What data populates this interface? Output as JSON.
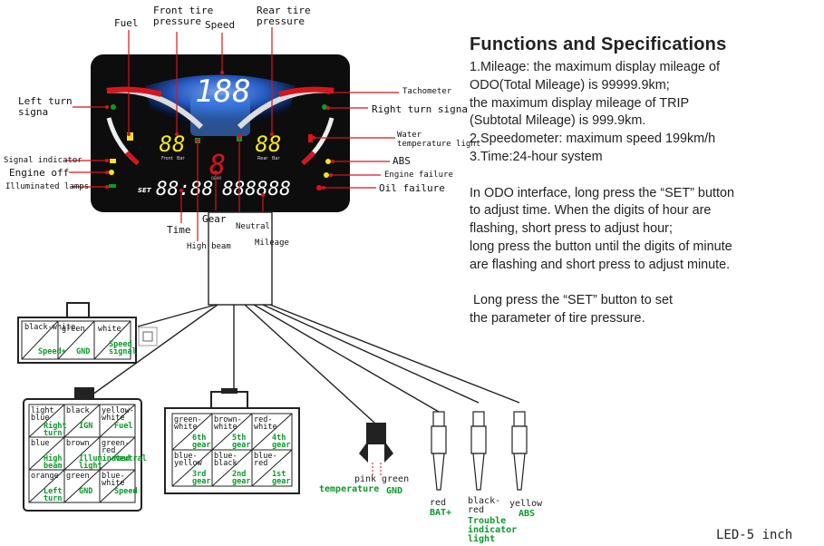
{
  "specs": {
    "title": "Functions and Specifications",
    "lines": [
      "1.Mileage: the maximum display mileage of",
      "ODO(Total Mileage) is 99999.9km;",
      "the maximum display mileage of TRIP",
      "(Subtotal Mileage) is 999.9km.",
      "2.Speedometer: maximum speed 199km/h",
      "3.Time:24-hour system"
    ],
    "set_lines": [
      "In ODO interface, long press the “SET” button",
      "to adjust time. When the digits of hour are",
      "flashing, short press to adjust hour;",
      "long press the button until the digits of minute",
      "are flashing and short press to adjust minute."
    ],
    "tire_lines": [
      " Long press the “SET” button to set",
      "the parameter of tire pressure."
    ]
  },
  "model": "LED-5 inch",
  "callouts": {
    "fuel": "Fuel",
    "front_tire": [
      "Front tire",
      "pressure"
    ],
    "speed": "Speed",
    "rear_tire": [
      "Rear tire",
      "pressure"
    ],
    "left_turn": [
      "Left turn",
      "signa"
    ],
    "tachometer": "Tachometer",
    "right_turn": "Right turn signa",
    "water_temp": [
      "Water",
      "temperature light"
    ],
    "signal_indicator": "Signal indicator",
    "abs": "ABS",
    "engine_off": "Engine off",
    "engine_failure": "Engine failure",
    "illuminated": "Illuminated lamps",
    "oil_failure": "Oil failure",
    "time": "Time",
    "gear": "Gear",
    "high_beam": "High beam",
    "neutral": "Neutral",
    "mileage": "Mileage"
  },
  "display": {
    "speed_digits": "188",
    "front_value": "88",
    "rear_value": "88",
    "gear_digit": "8",
    "time_digits": "88:88",
    "odo_digits": "888888",
    "set": "SET",
    "front_lbl": "Front",
    "bar_lbl": "Bar",
    "rear_lbl": "Rear",
    "gear_lbl": "GEAR"
  },
  "connector_a": [
    {
      "wire": "black-white",
      "func": "Speed+"
    },
    {
      "wire": "green",
      "func": "GND"
    },
    {
      "wire": "white",
      "func": "Speed signal"
    }
  ],
  "connector_b": [
    {
      "wire": "light blue",
      "func": "Right turn"
    },
    {
      "wire": "black",
      "func": "IGN"
    },
    {
      "wire": "yellow-white",
      "func": "Fuel"
    },
    {
      "wire": "blue",
      "func": "High beam"
    },
    {
      "wire": "brown",
      "func": "Illuminated light"
    },
    {
      "wire": "green-red",
      "func": "Neutral"
    },
    {
      "wire": "orange",
      "func": "Left turn"
    },
    {
      "wire": "green",
      "func": "GND"
    },
    {
      "wire": "blue-white",
      "func": "Speed"
    }
  ],
  "connector_c": [
    {
      "wire": "green-white",
      "func": "6th gear"
    },
    {
      "wire": "brown-white",
      "func": "5th gear"
    },
    {
      "wire": "red-white",
      "func": "4th gear"
    },
    {
      "wire": "blue-yellow",
      "func": "3rd gear"
    },
    {
      "wire": "blue-black",
      "func": "2nd gear"
    },
    {
      "wire": "blue-red",
      "func": "1st gear"
    }
  ],
  "connector_d": {
    "w1": "pink",
    "f1": "temperature",
    "w2": "green",
    "f2": "GND"
  },
  "terminals": [
    {
      "wire": "red",
      "func": "BAT+"
    },
    {
      "wire": "black-red",
      "func": "Trouble indicator light"
    },
    {
      "wire": "yellow",
      "func": "ABS"
    }
  ],
  "colors": {
    "green": "#0a9a2a",
    "red": "#d8141c",
    "yellow": "#f5e61a",
    "blue": "#2a7ef2",
    "frame": "#0d0d0d"
  }
}
